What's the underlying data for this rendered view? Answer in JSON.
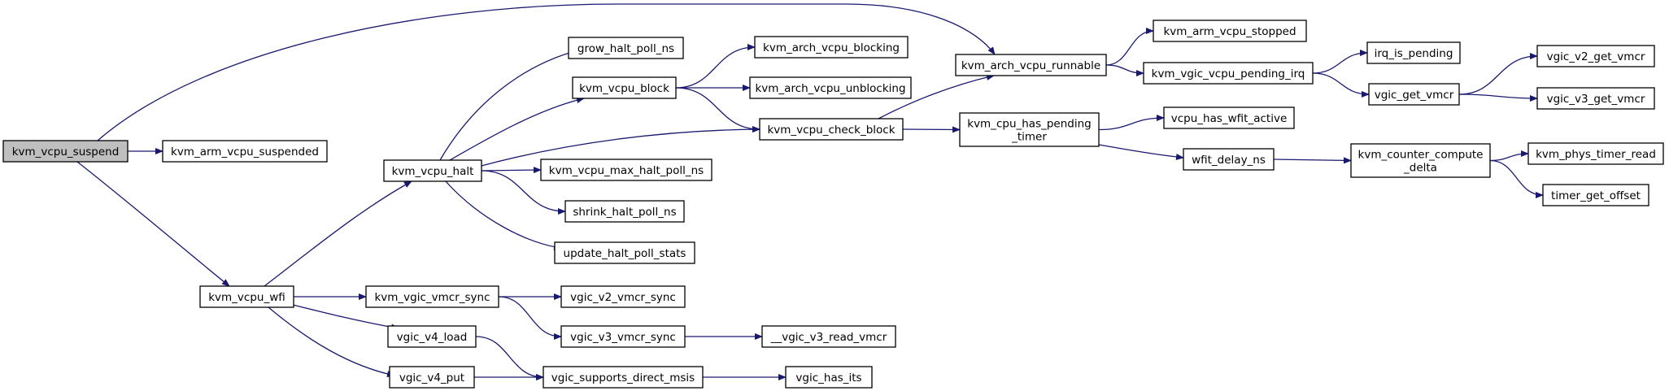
{
  "diagram": {
    "edge_color": "#191970",
    "root_fill": "#bfbfbf",
    "nodes": [
      {
        "id": "kvm_vcpu_suspend",
        "lines": [
          "kvm_vcpu_suspend"
        ],
        "root": true
      },
      {
        "id": "kvm_arm_vcpu_suspended",
        "lines": [
          "kvm_arm_vcpu_suspended"
        ]
      },
      {
        "id": "kvm_vcpu_halt",
        "lines": [
          "kvm_vcpu_halt"
        ]
      },
      {
        "id": "kvm_vcpu_wfi",
        "lines": [
          "kvm_vcpu_wfi"
        ]
      },
      {
        "id": "grow_halt_poll_ns",
        "lines": [
          "grow_halt_poll_ns"
        ]
      },
      {
        "id": "kvm_vcpu_block",
        "lines": [
          "kvm_vcpu_block"
        ]
      },
      {
        "id": "kvm_vcpu_max_halt_poll_ns",
        "lines": [
          "kvm_vcpu_max_halt_poll_ns"
        ]
      },
      {
        "id": "shrink_halt_poll_ns",
        "lines": [
          "shrink_halt_poll_ns"
        ]
      },
      {
        "id": "update_halt_poll_stats",
        "lines": [
          "update_halt_poll_stats"
        ]
      },
      {
        "id": "kvm_vgic_vmcr_sync",
        "lines": [
          "kvm_vgic_vmcr_sync"
        ]
      },
      {
        "id": "vgic_v4_load",
        "lines": [
          "vgic_v4_load"
        ]
      },
      {
        "id": "vgic_v4_put",
        "lines": [
          "vgic_v4_put"
        ]
      },
      {
        "id": "kvm_arch_vcpu_blocking",
        "lines": [
          "kvm_arch_vcpu_blocking"
        ]
      },
      {
        "id": "kvm_arch_vcpu_unblocking",
        "lines": [
          "kvm_arch_vcpu_unblocking"
        ]
      },
      {
        "id": "kvm_vcpu_check_block",
        "lines": [
          "kvm_vcpu_check_block"
        ]
      },
      {
        "id": "vgic_v2_vmcr_sync",
        "lines": [
          "vgic_v2_vmcr_sync"
        ]
      },
      {
        "id": "vgic_v3_vmcr_sync",
        "lines": [
          "vgic_v3_vmcr_sync"
        ]
      },
      {
        "id": "vgic_supports_direct_msis",
        "lines": [
          "vgic_supports_direct_msis"
        ]
      },
      {
        "id": "__vgic_v3_read_vmcr",
        "lines": [
          "__vgic_v3_read_vmcr"
        ]
      },
      {
        "id": "vgic_has_its",
        "lines": [
          "vgic_has_its"
        ]
      },
      {
        "id": "kvm_arch_vcpu_runnable",
        "lines": [
          "kvm_arch_vcpu_runnable"
        ]
      },
      {
        "id": "kvm_cpu_has_pending_timer",
        "lines": [
          "kvm_cpu_has_pending",
          "_timer"
        ]
      },
      {
        "id": "kvm_arm_vcpu_stopped",
        "lines": [
          "kvm_arm_vcpu_stopped"
        ]
      },
      {
        "id": "kvm_vgic_vcpu_pending_irq",
        "lines": [
          "kvm_vgic_vcpu_pending_irq"
        ]
      },
      {
        "id": "vcpu_has_wfit_active",
        "lines": [
          "vcpu_has_wfit_active"
        ]
      },
      {
        "id": "wfit_delay_ns",
        "lines": [
          "wfit_delay_ns"
        ]
      },
      {
        "id": "irq_is_pending",
        "lines": [
          "irq_is_pending"
        ]
      },
      {
        "id": "vgic_get_vmcr",
        "lines": [
          "vgic_get_vmcr"
        ]
      },
      {
        "id": "kvm_counter_compute_delta",
        "lines": [
          "kvm_counter_compute",
          "_delta"
        ]
      },
      {
        "id": "vgic_v2_get_vmcr",
        "lines": [
          "vgic_v2_get_vmcr"
        ]
      },
      {
        "id": "vgic_v3_get_vmcr",
        "lines": [
          "vgic_v3_get_vmcr"
        ]
      },
      {
        "id": "kvm_phys_timer_read",
        "lines": [
          "kvm_phys_timer_read"
        ]
      },
      {
        "id": "timer_get_offset",
        "lines": [
          "timer_get_offset"
        ]
      }
    ],
    "edges": [
      [
        "kvm_vcpu_suspend",
        "kvm_arm_vcpu_suspended"
      ],
      [
        "kvm_vcpu_suspend",
        "kvm_vcpu_wfi"
      ],
      [
        "kvm_vcpu_suspend",
        "kvm_arch_vcpu_runnable"
      ],
      [
        "kvm_vcpu_wfi",
        "kvm_vcpu_halt"
      ],
      [
        "kvm_vcpu_wfi",
        "kvm_vgic_vmcr_sync"
      ],
      [
        "kvm_vcpu_wfi",
        "vgic_v4_load"
      ],
      [
        "kvm_vcpu_wfi",
        "vgic_v4_put"
      ],
      [
        "kvm_vcpu_halt",
        "grow_halt_poll_ns"
      ],
      [
        "kvm_vcpu_halt",
        "kvm_vcpu_block"
      ],
      [
        "kvm_vcpu_halt",
        "kvm_vcpu_check_block"
      ],
      [
        "kvm_vcpu_halt",
        "kvm_vcpu_max_halt_poll_ns"
      ],
      [
        "kvm_vcpu_halt",
        "shrink_halt_poll_ns"
      ],
      [
        "kvm_vcpu_halt",
        "update_halt_poll_stats"
      ],
      [
        "kvm_vcpu_block",
        "kvm_arch_vcpu_blocking"
      ],
      [
        "kvm_vcpu_block",
        "kvm_arch_vcpu_unblocking"
      ],
      [
        "kvm_vcpu_block",
        "kvm_vcpu_check_block"
      ],
      [
        "kvm_vcpu_check_block",
        "kvm_arch_vcpu_runnable"
      ],
      [
        "kvm_vcpu_check_block",
        "kvm_cpu_has_pending_timer"
      ],
      [
        "kvm_vgic_vmcr_sync",
        "vgic_v2_vmcr_sync"
      ],
      [
        "kvm_vgic_vmcr_sync",
        "vgic_v3_vmcr_sync"
      ],
      [
        "vgic_v3_vmcr_sync",
        "__vgic_v3_read_vmcr"
      ],
      [
        "vgic_v4_load",
        "vgic_supports_direct_msis"
      ],
      [
        "vgic_v4_put",
        "vgic_supports_direct_msis"
      ],
      [
        "vgic_supports_direct_msis",
        "vgic_has_its"
      ],
      [
        "kvm_arch_vcpu_runnable",
        "kvm_arm_vcpu_stopped"
      ],
      [
        "kvm_arch_vcpu_runnable",
        "kvm_vgic_vcpu_pending_irq"
      ],
      [
        "kvm_cpu_has_pending_timer",
        "vcpu_has_wfit_active"
      ],
      [
        "kvm_cpu_has_pending_timer",
        "wfit_delay_ns"
      ],
      [
        "kvm_vgic_vcpu_pending_irq",
        "irq_is_pending"
      ],
      [
        "kvm_vgic_vcpu_pending_irq",
        "vgic_get_vmcr"
      ],
      [
        "vgic_get_vmcr",
        "vgic_v2_get_vmcr"
      ],
      [
        "vgic_get_vmcr",
        "vgic_v3_get_vmcr"
      ],
      [
        "wfit_delay_ns",
        "kvm_counter_compute_delta"
      ],
      [
        "kvm_counter_compute_delta",
        "kvm_phys_timer_read"
      ],
      [
        "kvm_counter_compute_delta",
        "timer_get_offset"
      ]
    ]
  }
}
